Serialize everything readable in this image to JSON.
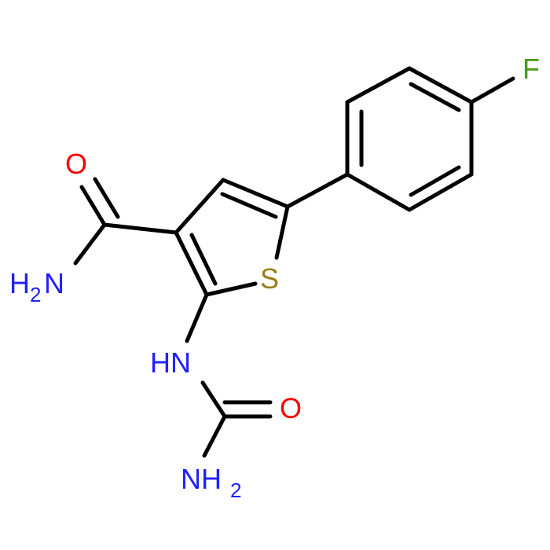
{
  "molecule": {
    "atoms": {
      "fluorine": {
        "label": "F",
        "color": "#4a9a1a"
      },
      "sulfur": {
        "label": "S",
        "color": "#9a7d16"
      },
      "carboxamide_oxygen": {
        "label": "O",
        "color": "#ff0000"
      },
      "carboxamide_amine": {
        "label": "H",
        "sub": "2",
        "suffix": "N",
        "color": "#2020ff"
      },
      "urea_nh": {
        "label": "HN",
        "color": "#2020ff"
      },
      "urea_oxygen": {
        "label": "O",
        "color": "#ff0000"
      },
      "urea_amine": {
        "label": "NH",
        "sub": "2",
        "color": "#2020ff"
      }
    },
    "bond_color": "#000000"
  }
}
